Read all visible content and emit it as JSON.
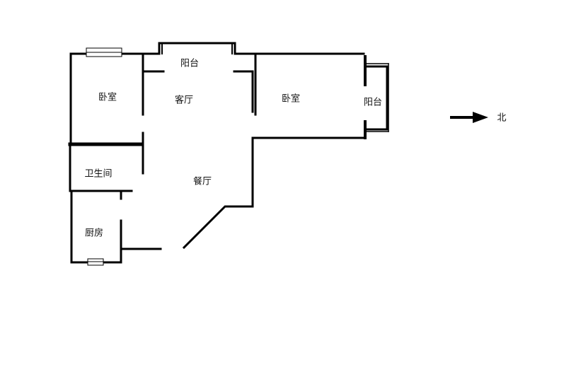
{
  "rooms": {
    "bedroom_left": "卧室",
    "balcony_top": "阳台",
    "living_room": "客厅",
    "bedroom_right": "卧室",
    "balcony_right": "阳台",
    "bathroom": "卫生间",
    "dining_room": "餐厅",
    "kitchen": "厨房"
  },
  "compass": {
    "label": "北",
    "icon": "arrow-right-icon"
  },
  "colors": {
    "wall": "#000000",
    "background": "#ffffff"
  }
}
